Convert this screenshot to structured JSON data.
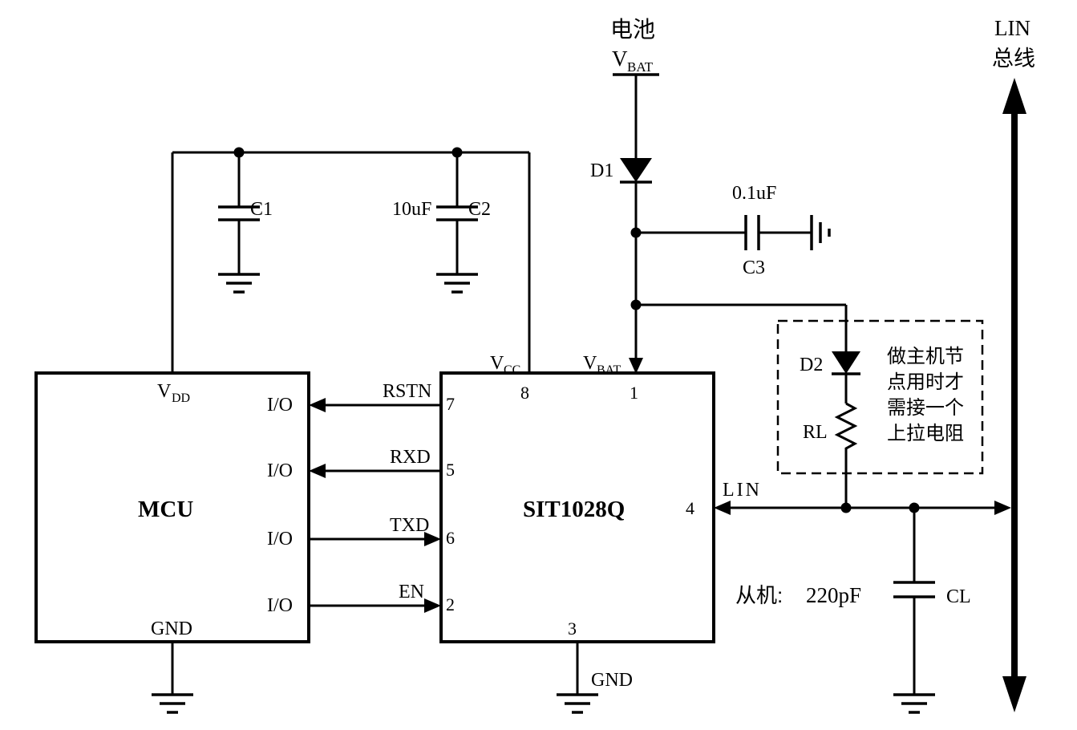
{
  "labels": {
    "battery": "电池",
    "vbat_main": "V",
    "vbat_sub": "BAT",
    "d1": "D1",
    "c3_value": "0.1uF",
    "c3": "C3",
    "c1": "C1",
    "c2_value": "10uF",
    "c2": "C2"
  },
  "mcu": {
    "title": "MCU",
    "vdd_main": "V",
    "vdd_sub": "DD",
    "gnd": "GND",
    "io": "I/O"
  },
  "chip": {
    "title": "SIT1028Q",
    "vcc_main": "V",
    "vcc_sub": "CC",
    "vbat_main": "V",
    "vbat_sub": "BAT",
    "gnd": "GND",
    "pin8": "8",
    "pin1": "1",
    "pin7": "7",
    "pin5": "5",
    "pin6": "6",
    "pin2": "2",
    "pin3": "3",
    "pin4": "4"
  },
  "signals": {
    "rstn": "RSTN",
    "rxd": "RXD",
    "txd": "TXD",
    "en": "EN",
    "lin": "LIN"
  },
  "pullup": {
    "d2": "D2",
    "rl": "RL",
    "note1": "做主机节",
    "note2": "点用时才",
    "note3": "需接一个",
    "note4": "上拉电阻"
  },
  "slave": {
    "label": "从机:",
    "value": "220pF",
    "cl": "CL"
  },
  "bus": {
    "line1": "LIN",
    "line2": "总线"
  }
}
